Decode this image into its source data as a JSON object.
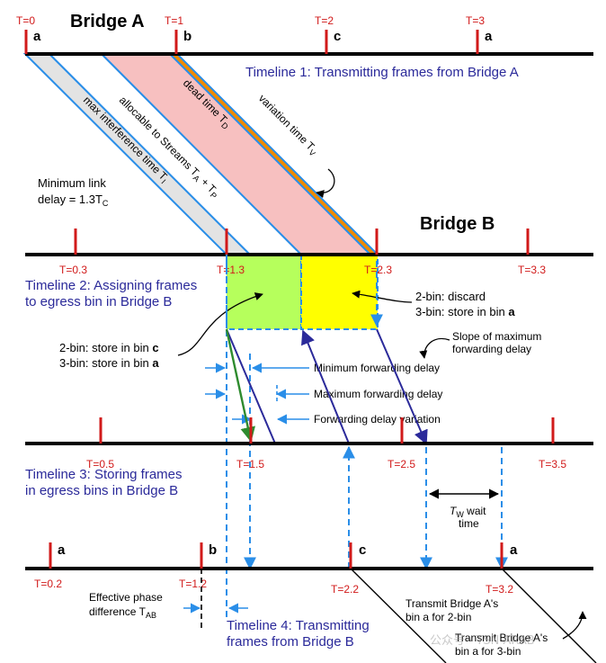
{
  "bridge_a": "Bridge A",
  "bridge_b": "Bridge B",
  "timeline1": "Timeline 1: Transmitting frames from Bridge A",
  "timeline2_l1": "Timeline 2: Assigning frames",
  "timeline2_l2": "to egress bin in Bridge B",
  "timeline3_l1": "Timeline 3: Storing frames",
  "timeline3_l2": "in egress bins in Bridge B",
  "timeline4_l1": "Timeline 4: Transmitting",
  "timeline4_l2": "frames from Bridge B",
  "tl1_ticks": [
    "T=0",
    "T=1",
    "T=2",
    "T=3"
  ],
  "tl1_bins": [
    "a",
    "b",
    "c",
    "a"
  ],
  "tl2_ticks": [
    "T=0.3",
    "T=1.3",
    "T=2.3",
    "T=3.3"
  ],
  "tl3_ticks": [
    "T=0.5",
    "T=1.5",
    "T=2.5",
    "T=3.5"
  ],
  "tl4_ticks": [
    "T=0.2",
    "T=1.2",
    "T=2.2",
    "T=3.2"
  ],
  "tl4_bins": [
    "a",
    "b",
    "c",
    "a"
  ],
  "band_labels": {
    "max_interference": "max interference time T",
    "max_interference_sub": "I",
    "allocable": "allocable to Streams T",
    "allocable_sub1": "A",
    "allocable_plus": " + T",
    "allocable_sub2": "P",
    "dead_time": "dead time T",
    "dead_time_sub": "D",
    "variation_time": "variation time T",
    "variation_time_sub": "V"
  },
  "min_link_l1": "Minimum link",
  "min_link_l2": "delay = 1.3T",
  "min_link_sub": "C",
  "bin2_discard": "2-bin: discard",
  "bin3_store_prefix": "3-bin: store in bin ",
  "bin3_store_bin": "a",
  "left_2bin_prefix": "2-bin: store in bin ",
  "left_2bin_bin": "c",
  "left_3bin_prefix": "3-bin: store in bin ",
  "left_3bin_bin": "a",
  "slope_l1": "Slope of maximum",
  "slope_l2": "forwarding delay",
  "min_fwd": "Minimum forwarding delay",
  "max_fwd": "Maximum forwarding delay",
  "fwd_var": "Forwarding delay variation",
  "tw_label": "T",
  "tw_sub": "W",
  "tw_rest": " wait",
  "tw_l2": "time",
  "phase_l1": "Effective phase",
  "phase_l2": "difference T",
  "phase_sub": "AB",
  "tx_2bin_l1": "Transmit Bridge A's",
  "tx_2bin_l2": "bin a for 2-bin",
  "tx_3bin_l1": "Transmit Bridge A's",
  "tx_3bin_l2": "bin a for 3-bin",
  "watermark": "公众号 · TSN ARAB",
  "colors": {
    "red": "#d11a1a",
    "blue_line": "#2a8ee8",
    "navy": "#2b2a9a",
    "pink": "#f7c0c0",
    "grey": "#e3e3e3",
    "orange": "#f08a00",
    "green_box": "#b6ff5c",
    "yellow_box": "#ffff00",
    "green_arrow": "#2e8b2e"
  }
}
